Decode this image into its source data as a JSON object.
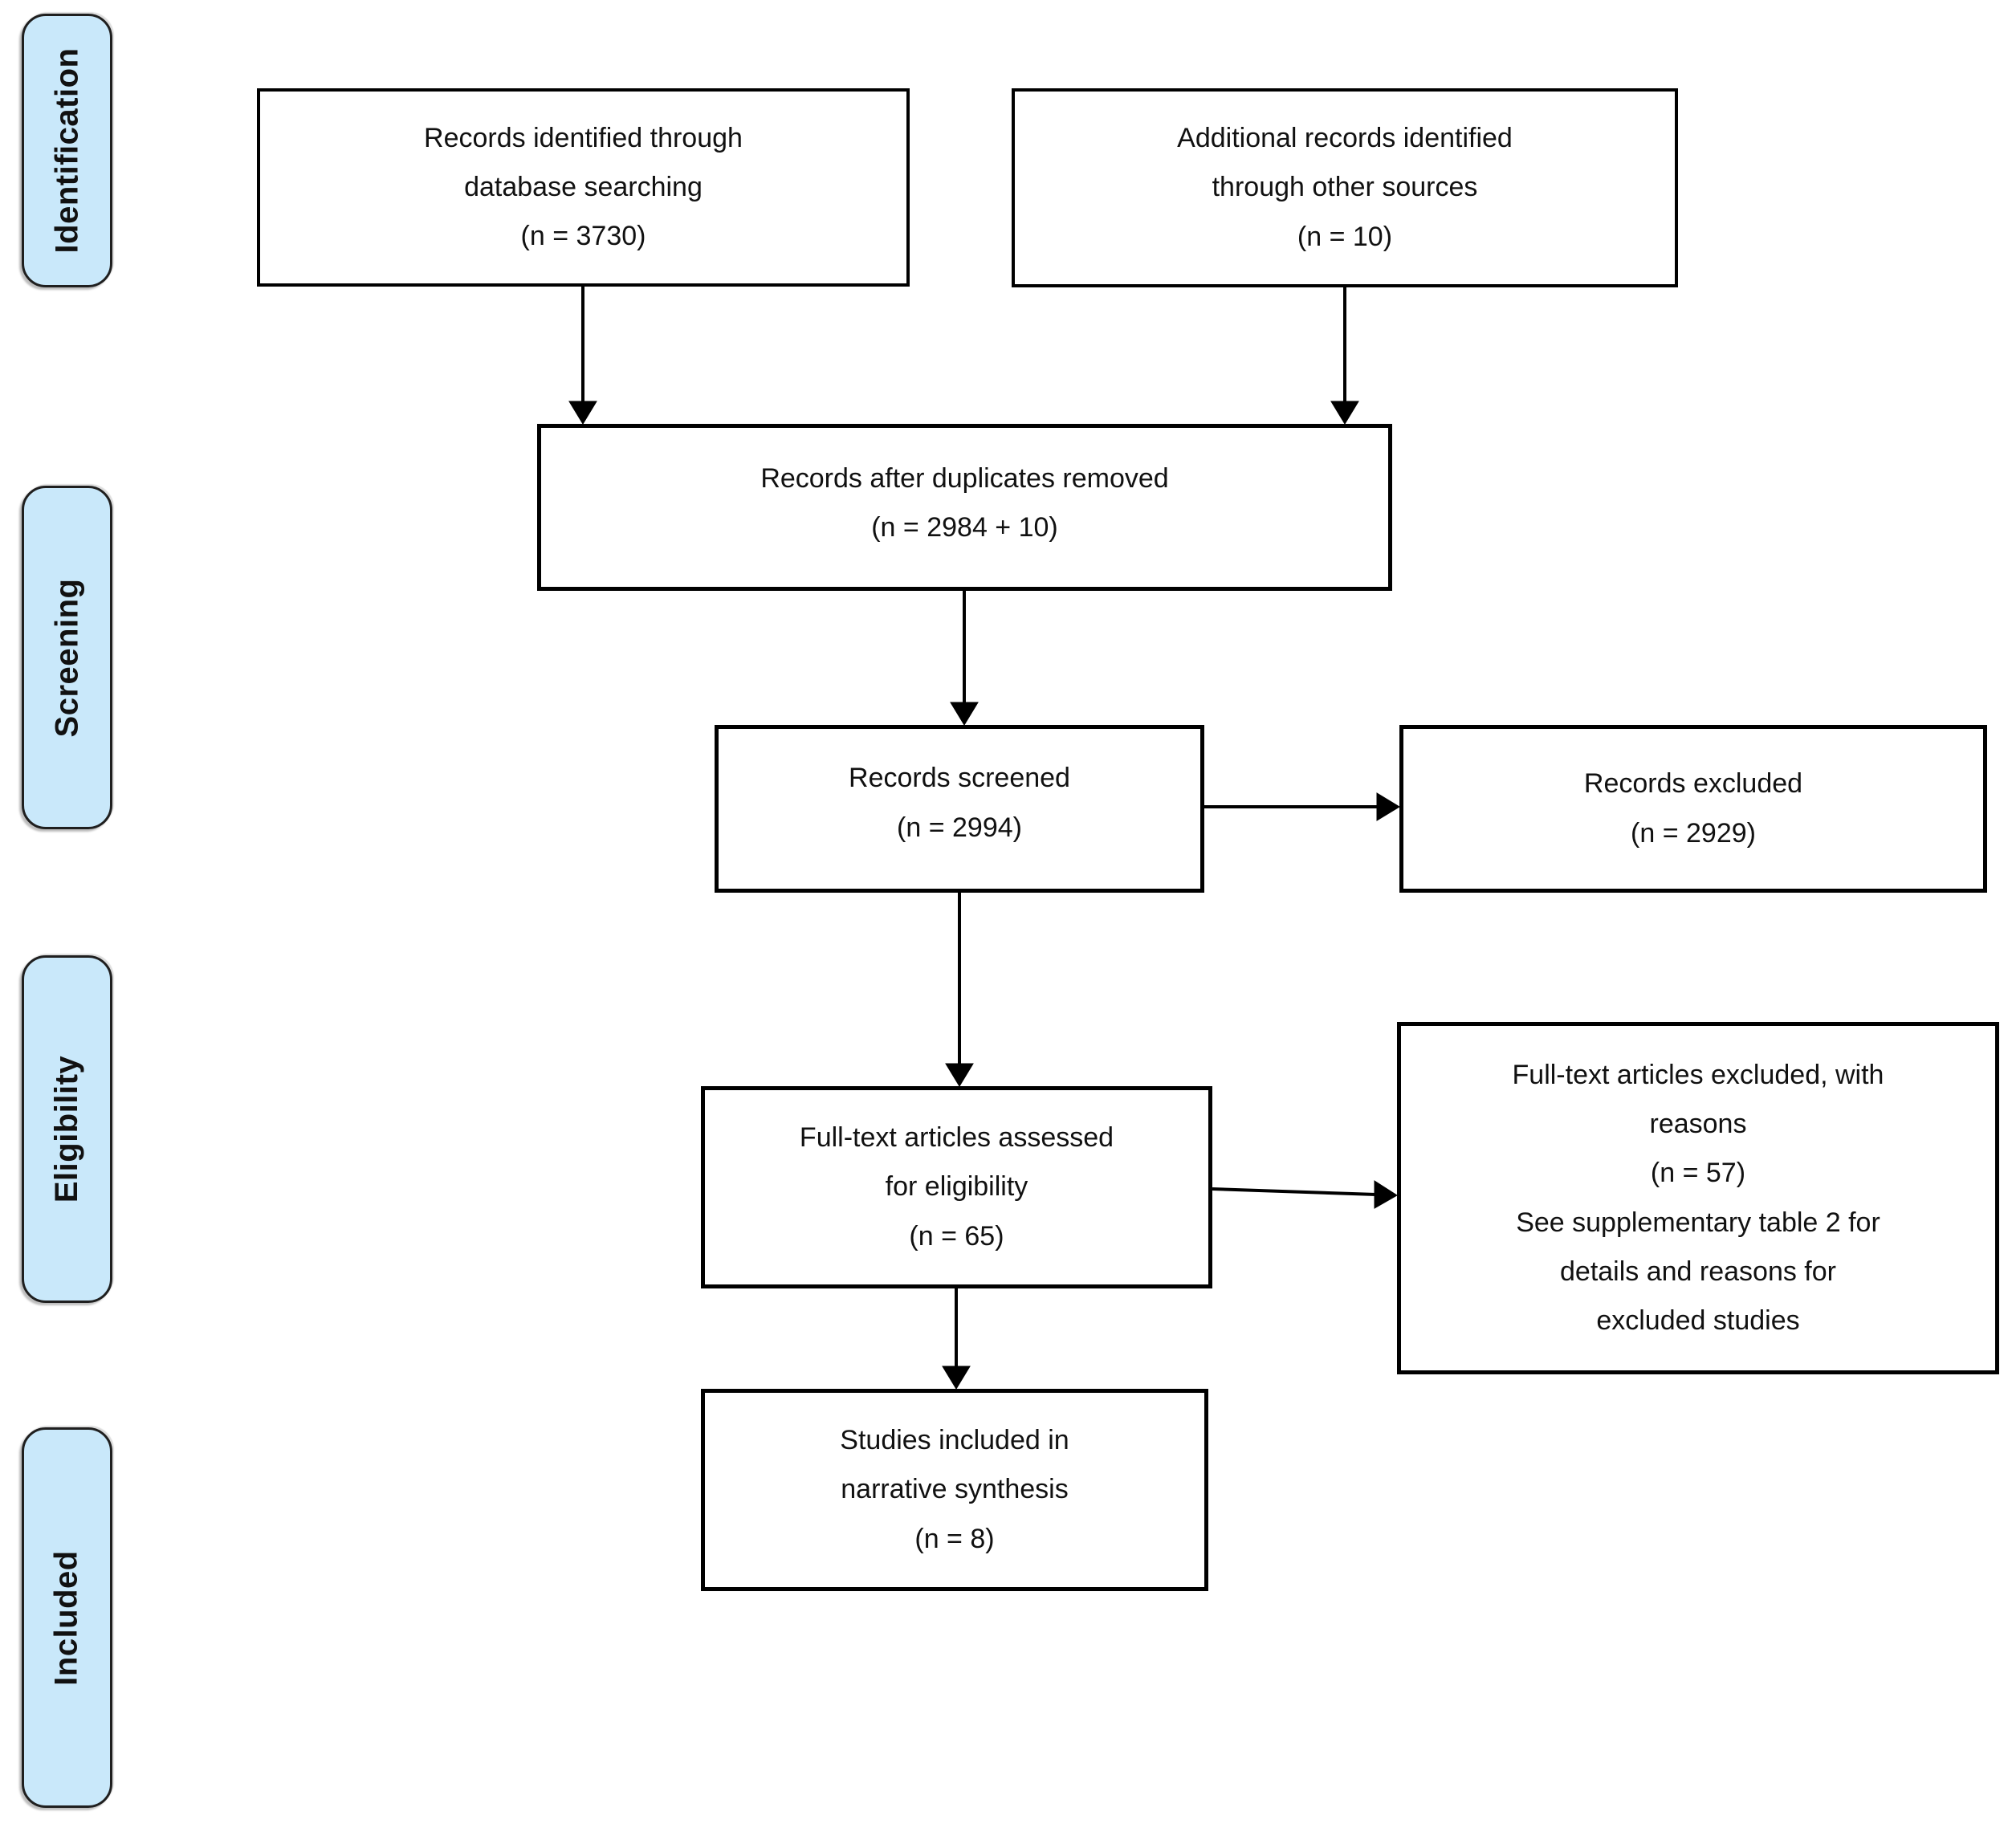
{
  "stages": {
    "identification": "Identification",
    "screening": "Screening",
    "eligibility": "Eligibility",
    "included": "Included"
  },
  "boxes": {
    "records_identified": "Records identified through\ndatabase searching\n(n = 3730)",
    "additional_records": "Additional records identified\nthrough other sources\n(n = 10)",
    "after_duplicates": "Records after duplicates removed\n(n = 2984 + 10)",
    "records_screened": "Records screened\n(n = 2994)",
    "records_excluded": "Records excluded\n(n = 2929)",
    "fulltext_assessed": "Full-text articles assessed\nfor eligibility\n(n = 65)",
    "fulltext_excluded": "Full-text articles excluded, with\nreasons\n(n = 57)\nSee supplementary table 2 for\ndetails and reasons for\nexcluded studies",
    "studies_included": "Studies included in\nnarrative synthesis\n(n = 8)"
  },
  "counts": {
    "database_searching": 3730,
    "other_sources": 10,
    "after_duplicates": "2984 + 10",
    "screened": 2994,
    "excluded_screening": 2929,
    "fulltext_assessed": 65,
    "fulltext_excluded": 57,
    "included_narrative_synthesis": 8
  },
  "colors": {
    "stage_fill": "#C9E8FA",
    "stage_border": "#1f1f1f",
    "box_border": "#000000",
    "background": "#ffffff",
    "text": "#111111"
  }
}
